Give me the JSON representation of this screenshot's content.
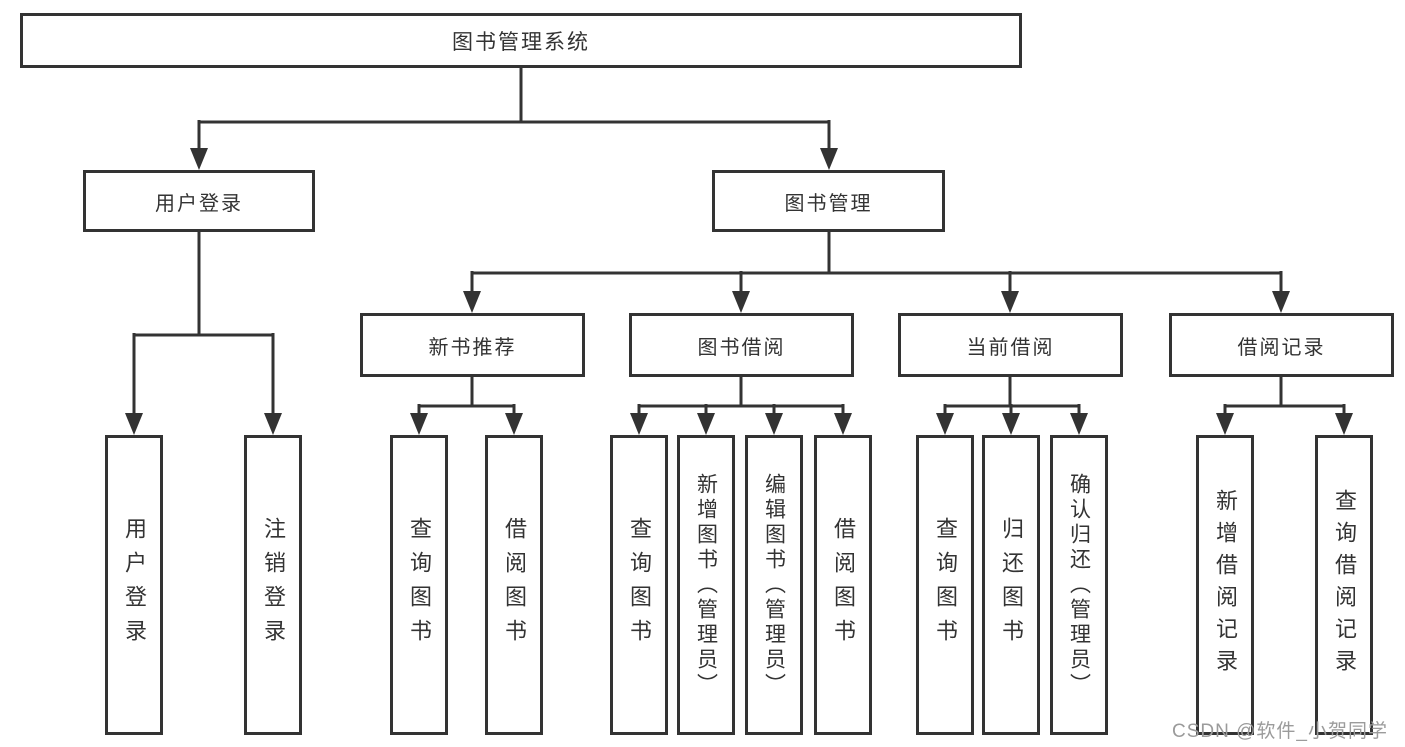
{
  "root": {
    "label": "图书管理系统"
  },
  "user_login_branch": {
    "label": "用户登录",
    "children": [
      {
        "label": "用户登录"
      },
      {
        "label": "注销登录"
      }
    ]
  },
  "book_mgmt_branch": {
    "label": "图书管理",
    "modules": [
      {
        "label": "新书推荐",
        "children": [
          {
            "label": "查询图书"
          },
          {
            "label": "借阅图书"
          }
        ]
      },
      {
        "label": "图书借阅",
        "children": [
          {
            "label": "查询图书"
          },
          {
            "label": "新增图书（管理员）"
          },
          {
            "label": "编辑图书（管理员）"
          },
          {
            "label": "借阅图书"
          }
        ]
      },
      {
        "label": "当前借阅",
        "children": [
          {
            "label": "查询图书"
          },
          {
            "label": "归还图书"
          },
          {
            "label": "确认归还（管理员）"
          }
        ]
      },
      {
        "label": "借阅记录",
        "children": [
          {
            "label": "新增借阅记录"
          },
          {
            "label": "查询借阅记录"
          }
        ]
      }
    ]
  },
  "watermark": {
    "text": "CSDN @软件_小贺同学"
  },
  "colors": {
    "line": "#333333",
    "text": "#333333",
    "background": "#ffffff",
    "watermark": "#9b9b9b"
  }
}
